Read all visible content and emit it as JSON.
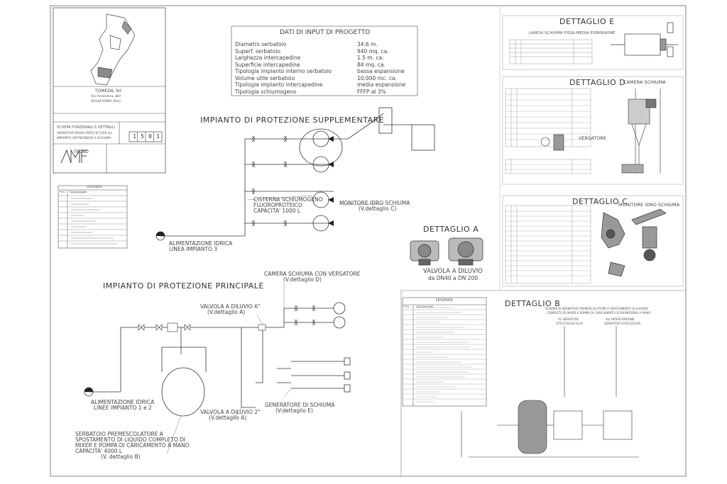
{
  "input_data": {
    "title": "DATI DI INPUT DI PROGETTO",
    "rows": [
      {
        "label": "Diametro serbatoio",
        "value": "34.6 m."
      },
      {
        "label": "Superf. serbatoio",
        "value": "940 mq. ca."
      },
      {
        "label": "Larghezza intercapedine",
        "value": "1.5 m. ca."
      },
      {
        "label": "Superficie intercapedine",
        "value": "84 mq. ca."
      },
      {
        "label": "Tipologia impianto interno serbatoio",
        "value": "bassa espansione"
      },
      {
        "label": "Volume utile serbatoio",
        "value": "10.000 mc. ca."
      },
      {
        "label": "Tipologia impianto intercapedine",
        "value": "media espansione"
      },
      {
        "label": "Tipologia schiumogeno",
        "value": "FFFP al 3%"
      }
    ]
  },
  "titleblock": {
    "company": "TOMEDIL Srl",
    "address1": "Via Pontedera, 88?",
    "address2": "00148 ROMA (Rm)",
    "drawing_title1": "SCHEMI FUNZIONALI E DETTAGLI",
    "drawing_title2": "SERBATOIO BASSO MATO N°1500 mc",
    "drawing_title3": "IMPIANTO ANTINCENDIO A SCHIUMA",
    "sheet_codes": [
      "1",
      "5",
      "0",
      "1"
    ],
    "firm_name": "TECNO"
  },
  "supplementary": {
    "title": "IMPIANTO DI PROTEZIONE SUPPLEMENTARE",
    "tank_label1": "CISTERNA SCHIUMOGENO",
    "tank_label2": "FLUOROPROTEICO",
    "tank_label3": "CAPACITA' 1000 L",
    "monitor_label1": "MONITORE IDRO SCHIUMA",
    "monitor_label2": "(V.dettaglio C)",
    "supply_label1": "ALIMENTAZIONE IDRICA",
    "supply_label2": "LINEA IMPIANTO 3"
  },
  "main_system": {
    "title": "IMPIANTO DI PROTEZIONE PRINCIPALE",
    "camera_label1": "CAMERA SCHIUMA CON VERSATORE",
    "camera_label2": "(V.dettaglio D)",
    "valve6_label1": "VALVOLA A DILUVIO 6\"",
    "valve6_label2": "(V.dettaglio A)",
    "valve2_label1": "VALVOLA A DILUVIO 2\"",
    "valve2_label2": "(V.dettaglio A)",
    "supply_label1": "ALIMENTAZIONE IDRICA",
    "supply_label2": "LINEE IMPIANTO 1 e 2",
    "generator_label1": "GENERATORE DI SCHIUMA",
    "generator_label2": "(V.dettaglio E)",
    "tank_lines": [
      "SERBATOIO PREMESCOLATORE  A",
      "SPOSTAMENTO DI LIQUIDO COMPLETO DI",
      "MIXER E POMPA DI CARICAMENTO A MANO",
      "CAPACITA' 4000 L",
      "(V. dettaglio B)"
    ]
  },
  "detail_a": {
    "title": "DETTAGLIO A",
    "caption1": "VALVOLA A DILUVIO",
    "caption2": "da DN40 a DN 200"
  },
  "detail_b": {
    "title": "DETTAGLIO B",
    "subtitle1": "SCHEMA DI SERBATOIO PREMESCOLATORE A SPOSTAMENTO DI LIQUIDO",
    "subtitle2": "COMPLETO DI MIXER E POMPA DI CARICAMENTO SCHIUMOGENO A MANO",
    "col1a": "AL SERBATOIO",
    "col1b": "STOCCAGGIO OLIO",
    "col2a": "ALL'INTERCAPEDINE",
    "col2b": "SERBATOIO STOCCAGGIO"
  },
  "detail_c": {
    "title": "DETTAGLIO C",
    "side_label": "MONITORE IDRO SCHIUMA"
  },
  "detail_d": {
    "title": "DETTAGLIO D",
    "side_label": "CAMERA SCHIUMA",
    "versatore": "VERSATORE"
  },
  "detail_e": {
    "title": "DETTAGLIO E",
    "subtitle": "LANCIA SCHIUMA FISSA MEDIA ESPANSIONE"
  },
  "legend_center": {
    "title": "LEGENDA",
    "col_pos": "POS.",
    "col_desc": "DESCRIZIONE"
  },
  "legend_left": {
    "title": "LEGENDA",
    "col_pos": "POS.",
    "col_desc": "DESCRIZIONE"
  }
}
